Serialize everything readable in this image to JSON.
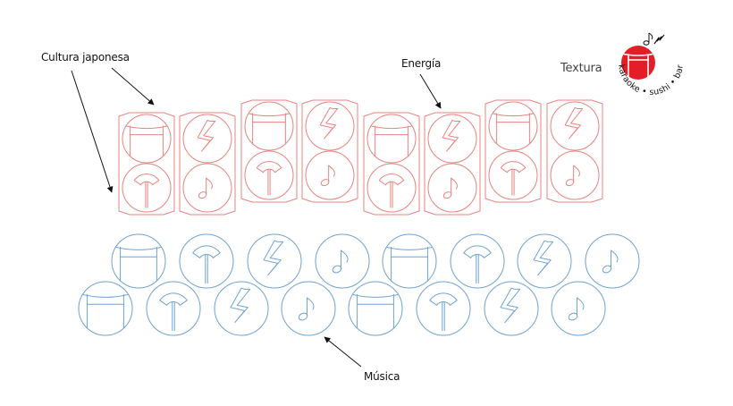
{
  "labels": {
    "cultura_japonesa": "Cultura japonesa",
    "energia": "Energía",
    "musica": "Música",
    "textura": "Textura"
  },
  "logo": {
    "arc_text": "karaoke • sushi • bar",
    "icons": [
      "torii-gate-icon",
      "music-note-icon",
      "lightning-bolt-icon"
    ]
  },
  "pattern": {
    "top_tiles": [
      [
        "torii-gate-icon",
        "fan-icon"
      ],
      [
        "lightning-bolt-icon",
        "music-note-icon"
      ],
      [
        "torii-gate-icon",
        "fan-icon"
      ],
      [
        "lightning-bolt-icon",
        "music-note-icon"
      ],
      [
        "torii-gate-icon",
        "fan-icon"
      ],
      [
        "lightning-bolt-icon",
        "music-note-icon"
      ],
      [
        "torii-gate-icon",
        "fan-icon"
      ],
      [
        "lightning-bolt-icon",
        "music-note-icon"
      ]
    ],
    "bottom_row_1": [
      "torii-gate-icon",
      "fan-icon",
      "lightning-bolt-icon",
      "music-note-icon",
      "torii-gate-icon",
      "fan-icon",
      "lightning-bolt-icon",
      "music-note-icon"
    ],
    "bottom_row_2": [
      "torii-gate-icon",
      "fan-icon",
      "lightning-bolt-icon",
      "music-note-icon",
      "torii-gate-icon",
      "fan-icon",
      "lightning-bolt-icon",
      "music-note-icon"
    ]
  },
  "colors": {
    "red_outline": "#e8837f",
    "blue_outline": "#6fa3d3",
    "logo_red": "#e41e26",
    "arrow": "#111111"
  }
}
